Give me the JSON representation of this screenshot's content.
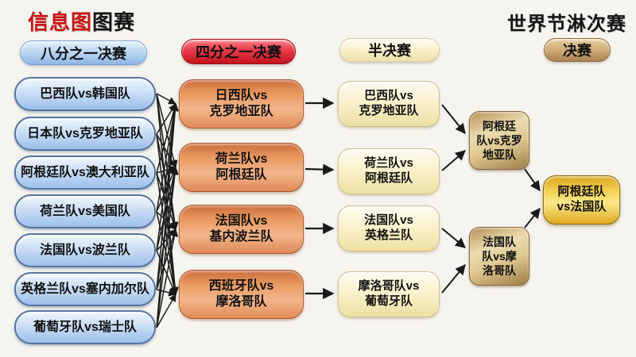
{
  "page": {
    "title_left_red": "信息图",
    "title_left_black": "图赛",
    "title_right": "世界节淋次赛"
  },
  "headers": {
    "round_of_16": "八分之一决赛",
    "quarter_final": "四分之一决赛",
    "semi_final": "半决赛",
    "final": "决赛"
  },
  "bracket": {
    "round_of_16": [
      "巴西队vs韩国队",
      "日本队vs克罗地亚队",
      "阿根廷队vs澳大利亚队",
      "荷兰队vs美国队",
      "法国队vs波兰队",
      "英格兰队vs塞内加尔队",
      "葡萄牙队vs瑞士队"
    ],
    "quarter_finals": [
      {
        "line1": "日西队vs",
        "line2": "克罗地亚队"
      },
      {
        "line1": "荷兰队vs",
        "line2": "阿根廷队"
      },
      {
        "line1": "法国队vs",
        "line2": "基内波兰队"
      },
      {
        "line1": "西班牙队vs",
        "line2": "摩洛哥队"
      }
    ],
    "semi_finals": [
      {
        "line1": "巴西队vs",
        "line2": "克罗地亚队"
      },
      {
        "line1": "荷兰队vs",
        "line2": "阿根廷队"
      },
      {
        "line1": "法国队vs",
        "line2": "英格兰队"
      },
      {
        "line1": "摩洛哥队vs",
        "line2": "葡萄牙队"
      }
    ],
    "finalists": [
      {
        "line1": "阿根廷",
        "line2": "队vs克罗",
        "line3": "地亚队"
      },
      {
        "line1": "法国队",
        "line2": "队vs摩",
        "line3": "洛哥队"
      }
    ],
    "final_match": {
      "line1": "阿根廷队",
      "line2": "vs法国队"
    }
  },
  "colors": {
    "title_red": "#c81414",
    "blue_box": "#aecbee",
    "orange_box": "#e8905c",
    "cream_box": "#f8efc4",
    "gold_box": "#d4b27c",
    "final_gold": "#f2c93e",
    "connector": "#1a1a1a"
  }
}
